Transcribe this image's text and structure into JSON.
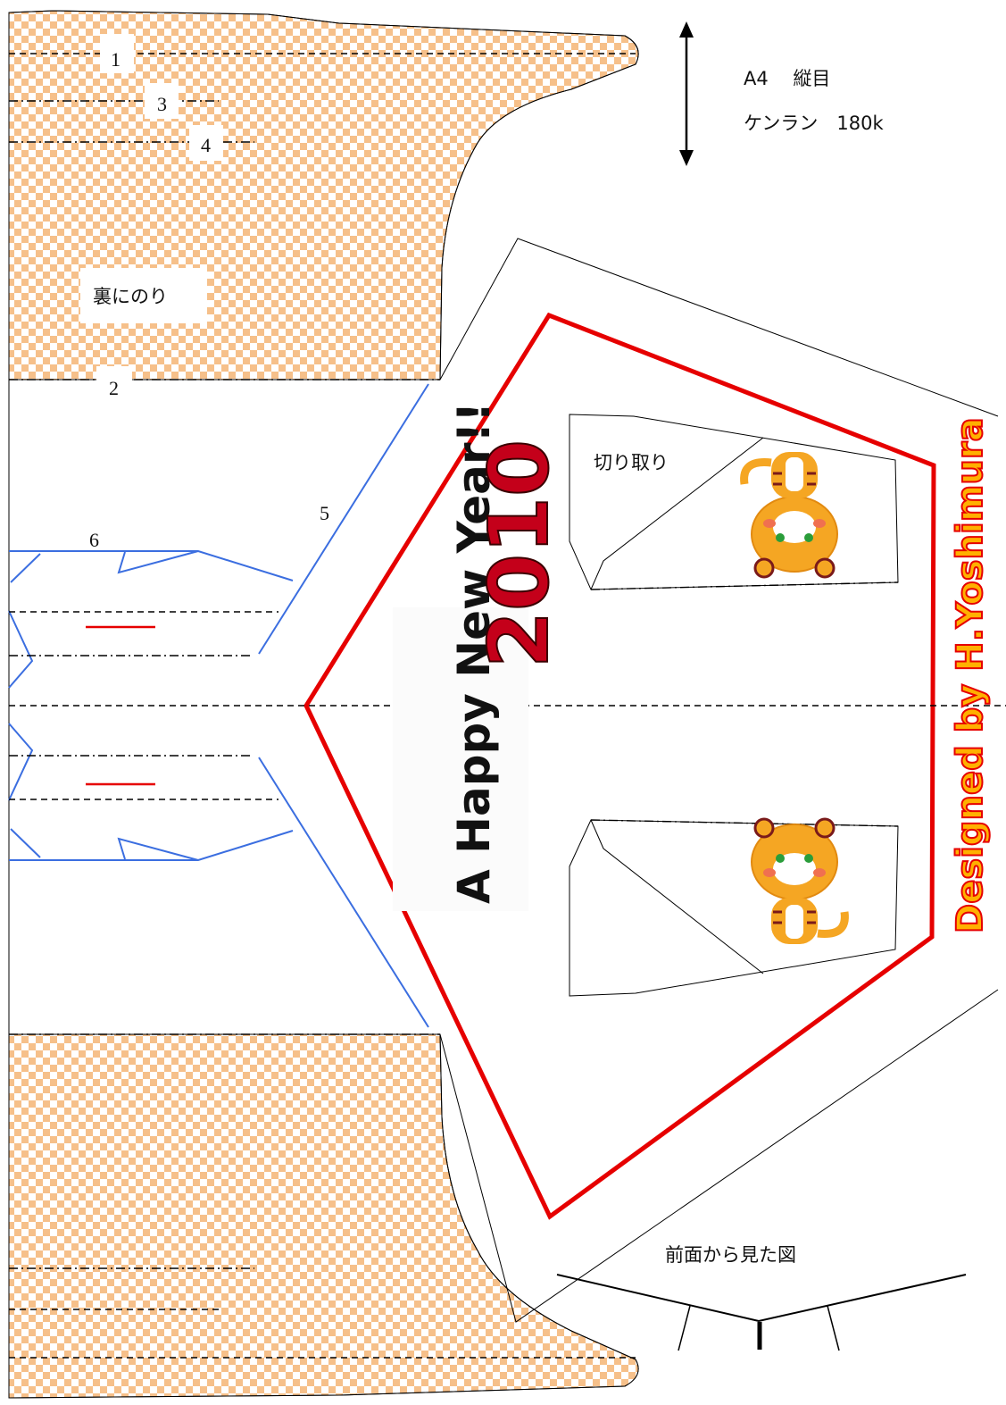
{
  "labels": {
    "fold1": "1",
    "fold2": "2",
    "fold3": "3",
    "fold4": "4",
    "fold5": "5",
    "fold6": "6",
    "paper_size": "A4　 縦目",
    "paper_type": "ケンラン　180k",
    "glue_note": "裏にのり",
    "cutout_note": "切り取り",
    "front_view": "前面から見た図"
  },
  "artwork": {
    "greeting_text": "A Happy New Year!!",
    "year_text": "2010",
    "credit_text": "Designed by H.Yoshimura"
  },
  "colors": {
    "glue_check": "#f6c08a",
    "mountain_fold": "#3b6ee0",
    "frame_red": "#e60000"
  }
}
